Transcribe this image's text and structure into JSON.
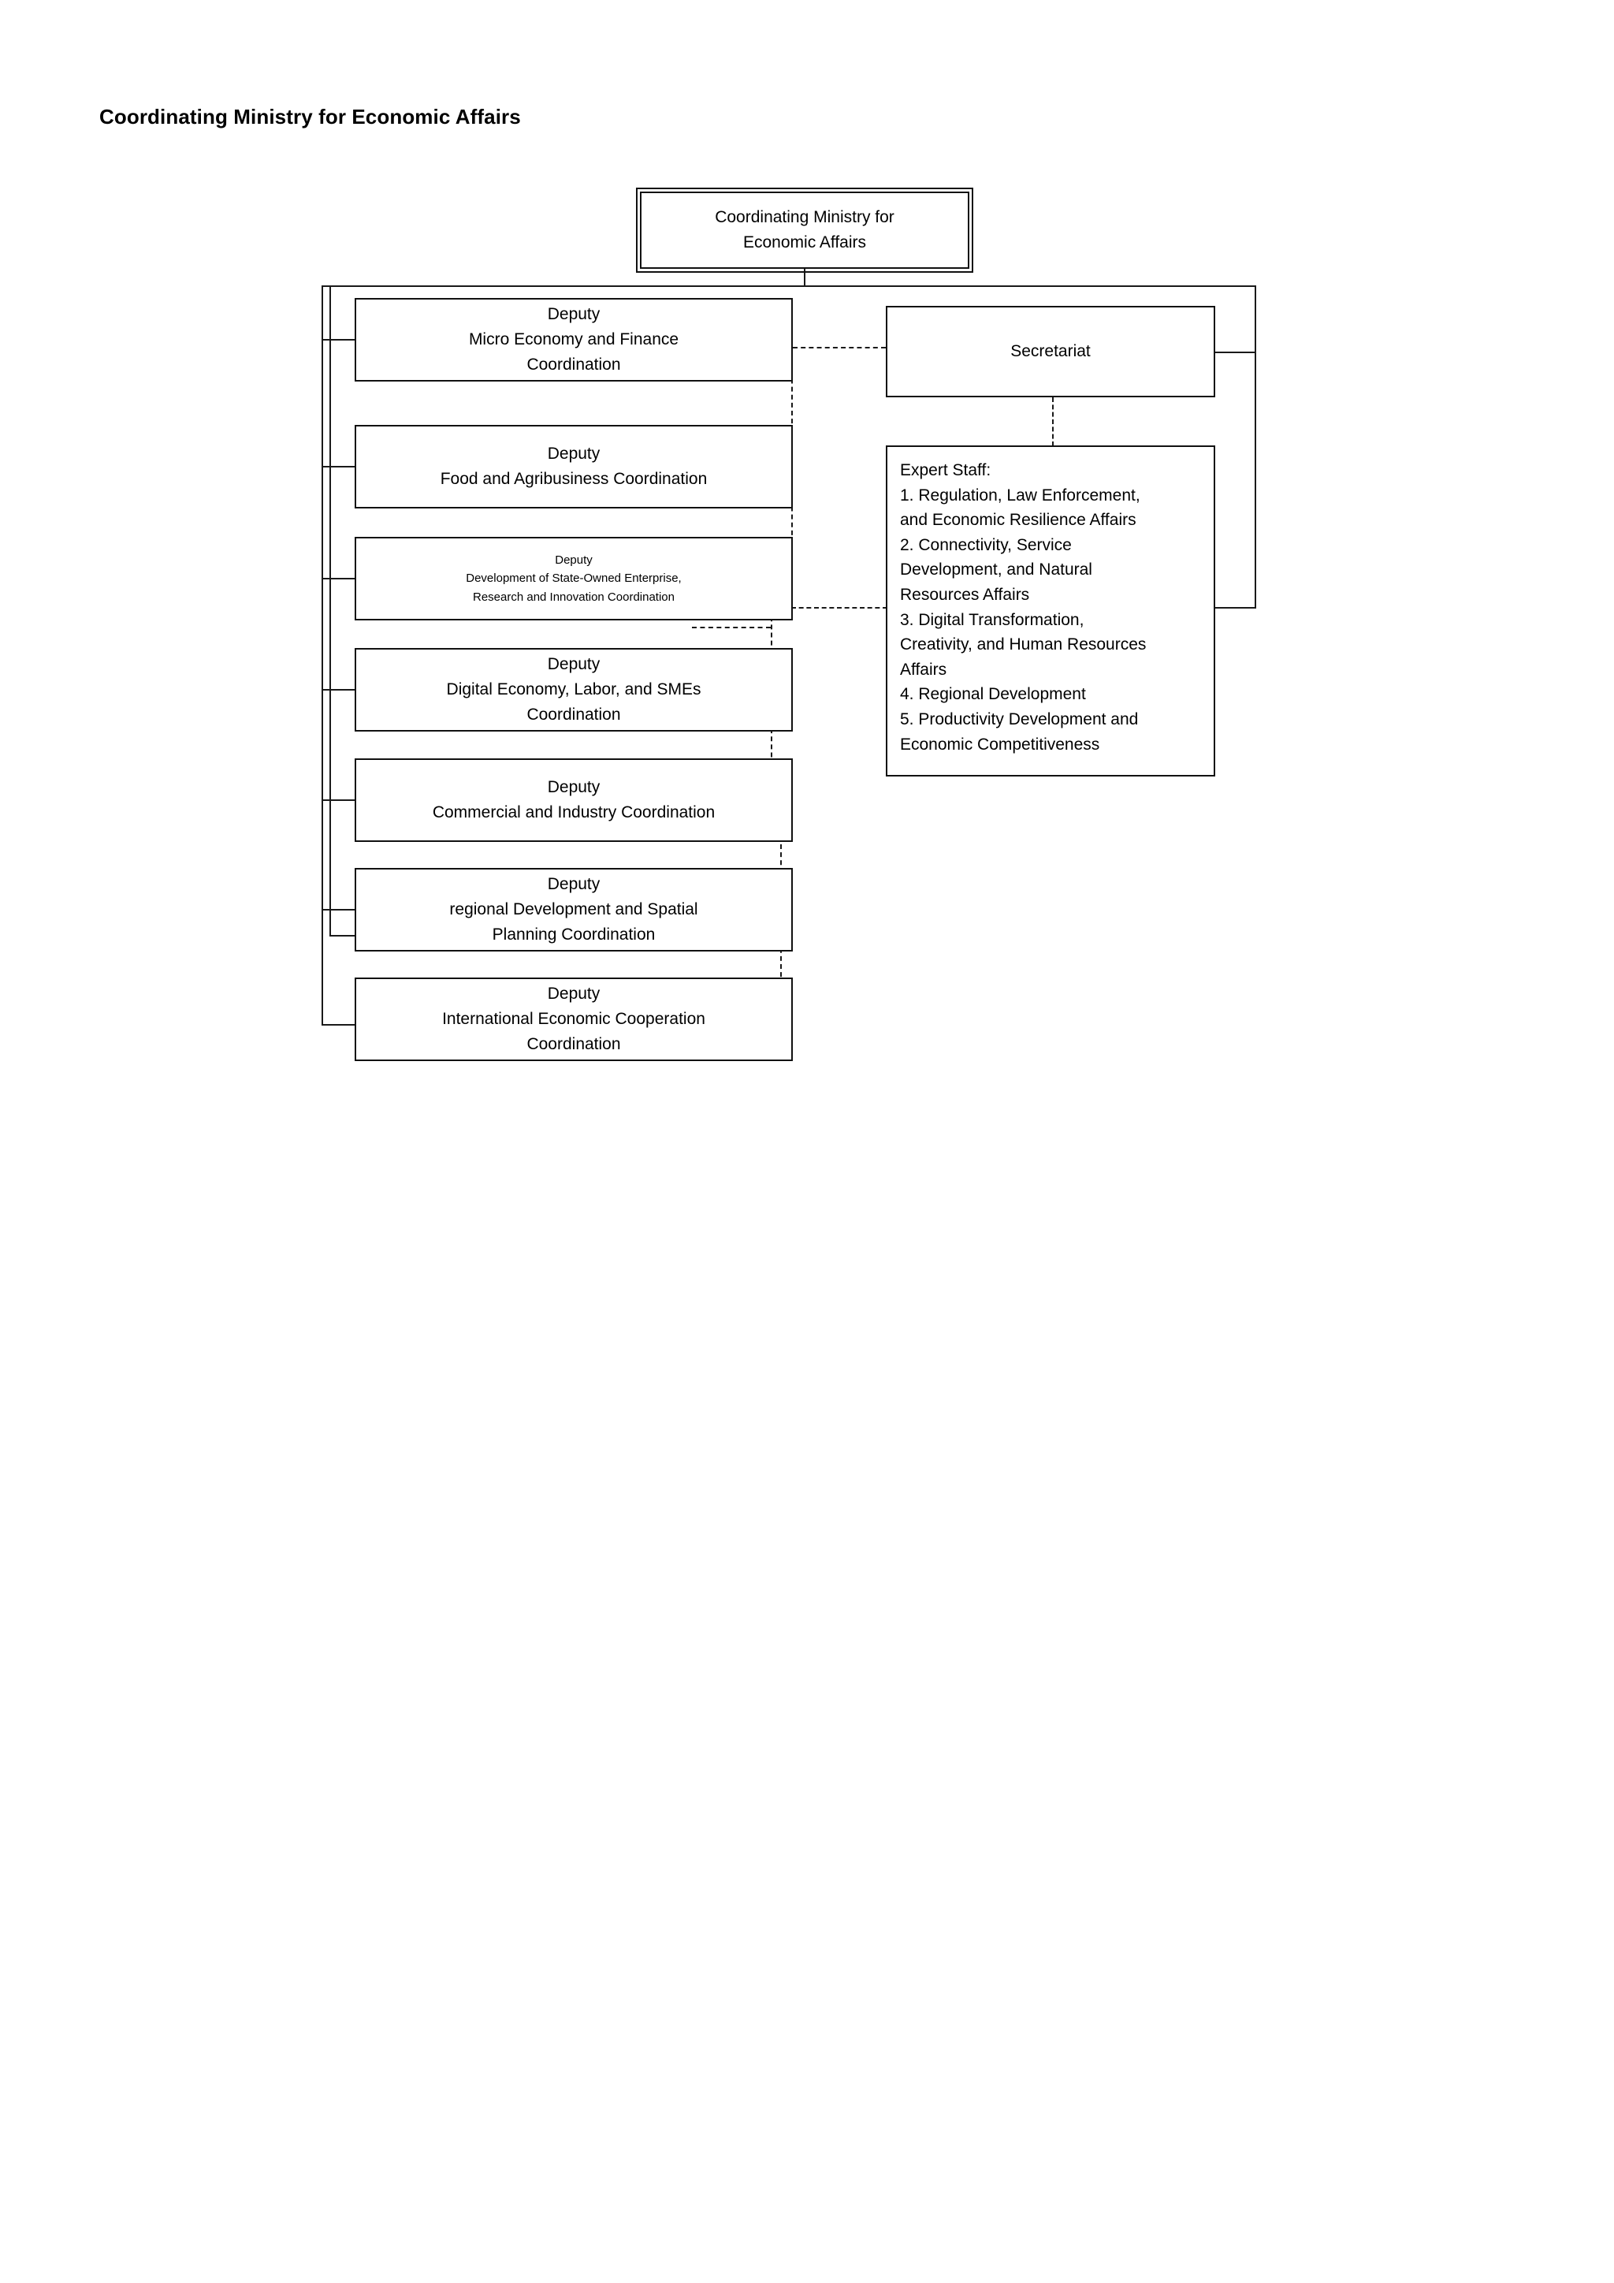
{
  "title": "Coordinating Ministry for Economic Affairs",
  "chart_data": {
    "type": "diagram",
    "diagram_kind": "organizational-chart",
    "title": "Coordinating Ministry for Economic Affairs",
    "root": {
      "id": "root",
      "label": "Coordinating Ministry for Economic Affairs",
      "line1": "Coordinating Ministry for",
      "line2": "Economic Affairs",
      "style": "double-border"
    },
    "deputies": [
      {
        "id": "dep-0",
        "role": "Deputy",
        "area": "Micro Economy and Finance Coordination",
        "line1": "Deputy",
        "line2": "Micro Economy and Finance",
        "line3": "Coordination"
      },
      {
        "id": "dep-1",
        "role": "Deputy",
        "area": "Food and Agribusiness Coordination",
        "line1": "Deputy",
        "line2": "Food and Agribusiness Coordination",
        "line3": ""
      },
      {
        "id": "dep-2",
        "role": "Deputy",
        "area": "Development of State-Owned Enterprise, Research and Innovation Coordination",
        "line1": "Deputy",
        "line2": "Development of State-Owned Enterprise,",
        "line3": "Research and Innovation Coordination"
      },
      {
        "id": "dep-3",
        "role": "Deputy",
        "area": "Digital Economy, Labor, and SMEs Coordination",
        "line1": "Deputy",
        "line2": "Digital Economy, Labor, and SMEs",
        "line3": "Coordination"
      },
      {
        "id": "dep-4",
        "role": "Deputy",
        "area": "Commercial and Industry Coordination",
        "line1": "Deputy",
        "line2": "Commercial and Industry Coordination",
        "line3": ""
      },
      {
        "id": "dep-5",
        "role": "Deputy",
        "area": "regional Development and Spatial Planning Coordination",
        "line1": "Deputy",
        "line2": "regional Development and Spatial",
        "line3": "Planning Coordination"
      },
      {
        "id": "dep-6",
        "role": "Deputy",
        "area": "International Economic Cooperation Coordination",
        "line1": "Deputy",
        "line2": "International Economic Cooperation",
        "line3": "Coordination"
      }
    ],
    "support_units": [
      {
        "id": "secretariat",
        "label": "Secretariat"
      },
      {
        "id": "expert-staff",
        "heading": "Expert Staff:",
        "items": [
          "1. Regulation, Law Enforcement,",
          "and Economic Resilience Affairs",
          "2. Connectivity, Service",
          "Development, and Natural",
          "Resources Affairs",
          "3. Digital Transformation,",
          "Creativity, and Human Resources",
          "Affairs",
          "4. Regional Development",
          "5. Productivity Development and",
          "Economic Competitiveness"
        ]
      }
    ],
    "edges": {
      "solid_description": "Root connects down to a horizontal trunk; a left vertical trunk branches to the seven Deputy boxes, a right vertical trunk branches to Secretariat and Expert Staff.",
      "dashed_description": "Dashed coordination lines link every Deputy box to the Secretariat and Expert Staff column."
    },
    "colors": {
      "line": "#1a1a1a",
      "box_border": "#111111",
      "background": "#ffffff",
      "text": "#000000"
    }
  }
}
